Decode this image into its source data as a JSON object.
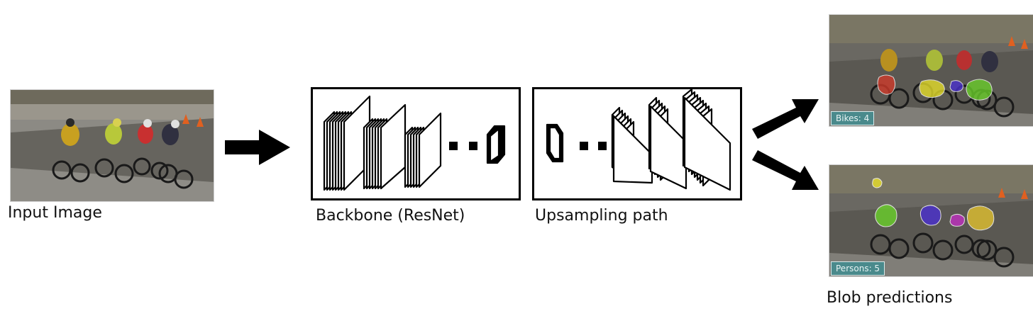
{
  "input": {
    "label": "Input Image"
  },
  "backbone": {
    "label": "Backbone (ResNet)"
  },
  "upsampling": {
    "label": "Upsampling path"
  },
  "outputs": {
    "bikes_badge": "Bikes: 4",
    "persons_badge": "Persons: 5",
    "label": "Blob predictions"
  },
  "colors": {
    "badge_bg": "#4a8a8c",
    "blob_red": "#d23a2a",
    "blob_yellow": "#e8e02a",
    "blob_blue": "#4a30d0",
    "blob_green": "#6ad02a",
    "blob_magenta": "#c030c0",
    "blob_gold": "#e0c030"
  },
  "icons": [
    "arrow-right-icon",
    "arrow-up-right-icon",
    "arrow-down-right-icon",
    "ellipsis-dots-icon"
  ]
}
